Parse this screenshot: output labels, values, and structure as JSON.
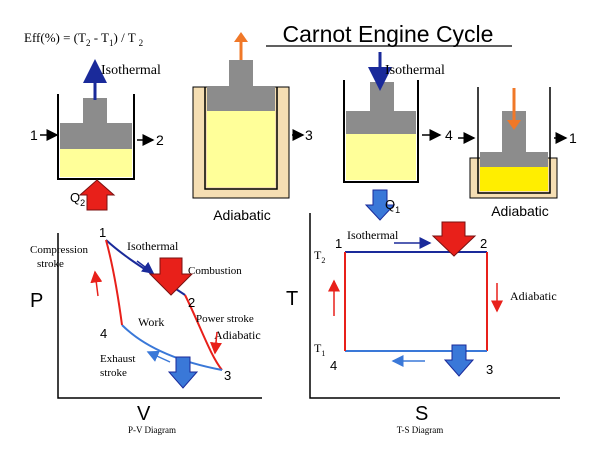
{
  "title": "Carnot Engine Cycle",
  "efficiency": {
    "prefix": "Eff(%) = (T",
    "sub_a": "2",
    "mid": " -  T",
    "sub_b": "1",
    "suffix": ") / T ",
    "sub_c": "2"
  },
  "top": {
    "isothermal_left": "Isothermal",
    "isothermal_right": "Isothermal",
    "adiabatic_left": "Adiabatic",
    "adiabatic_right": "Adiabatic",
    "step_labels": [
      "1",
      "2",
      "3",
      "4",
      "1"
    ],
    "q2": {
      "letter": "Q",
      "sub": "2"
    },
    "q1": {
      "letter": "Q",
      "sub": "1"
    }
  },
  "pv": {
    "axis_y": "P",
    "axis_x": "V",
    "caption": "P-V Diagram",
    "points": [
      "1",
      "2",
      "3",
      "4"
    ],
    "labels": {
      "compression": "Compression",
      "stroke1": "stroke",
      "isothermal": "Isothermal",
      "combustion": "Combustion",
      "work": "Work",
      "power_stroke": "Power stroke",
      "adiabatic": "Adiabatic",
      "exhaust": "Exhaust",
      "stroke2": "stroke"
    }
  },
  "ts": {
    "axis_y": "T",
    "axis_x": "S",
    "caption": "T-S Diagram",
    "points": [
      "1",
      "2",
      "3",
      "4"
    ],
    "t2": {
      "letter": "T",
      "sub": "2"
    },
    "t1": {
      "letter": "T",
      "sub": "1"
    },
    "isothermal": "Isothermal",
    "adiabatic": "Adiabatic"
  },
  "colors": {
    "hot_red": "#e8201a",
    "cold_blue": "#3a78d8",
    "piston_gray": "#8c8c8c",
    "fluid_yellow": "#ffff99",
    "hot_fluid_yellow": "#ffee00",
    "insulation_tan": "#f5deb3",
    "arrow_orange": "#f07828",
    "dark_blue": "#1a2a9a"
  }
}
